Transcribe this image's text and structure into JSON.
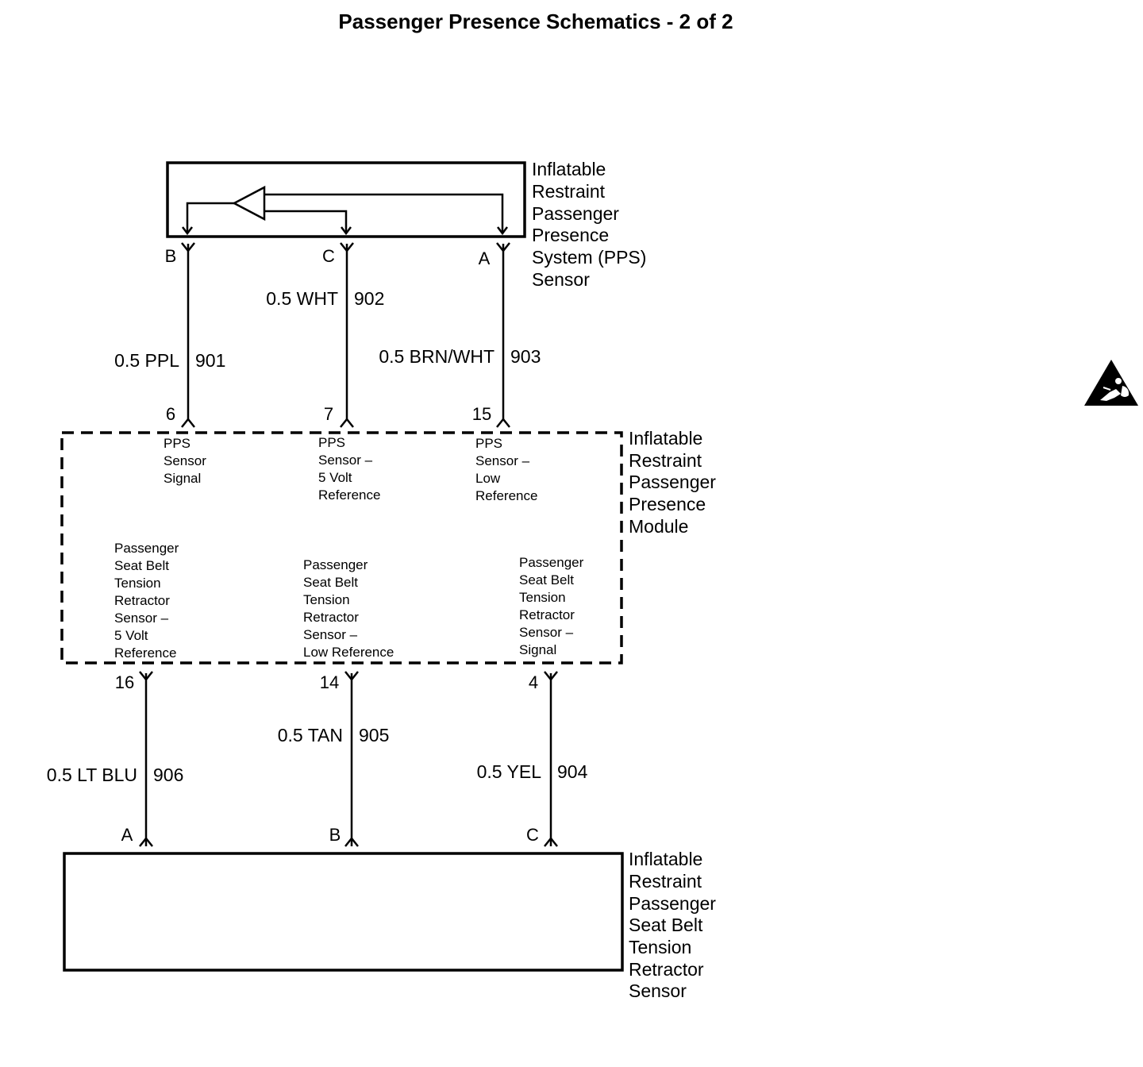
{
  "title": "Passenger Presence Schematics - 2 of 2",
  "components": {
    "pps_sensor": {
      "label_lines": [
        "Inflatable",
        "Restraint",
        "Passenger",
        "Presence",
        "System (PPS)",
        "Sensor"
      ]
    },
    "pps_module": {
      "label_lines": [
        "Inflatable",
        "Restraint",
        "Passenger",
        "Presence",
        "Module"
      ]
    },
    "seat_belt_sensor": {
      "label_lines": [
        "Inflatable",
        "Restraint",
        "Passenger",
        "Seat Belt",
        "Tension",
        "Retractor",
        "Sensor"
      ]
    }
  },
  "upper_circuits": [
    {
      "sensor_pin": "B",
      "module_pin": "6",
      "wire_size_color": "0.5 PPL",
      "circuit": "901",
      "function_lines": [
        "PPS",
        "Sensor",
        "Signal"
      ]
    },
    {
      "sensor_pin": "C",
      "module_pin": "7",
      "wire_size_color": "0.5 WHT",
      "circuit": "902",
      "function_lines": [
        "PPS",
        "Sensor –",
        "5 Volt",
        "Reference"
      ]
    },
    {
      "sensor_pin": "A",
      "module_pin": "15",
      "wire_size_color": "0.5 BRN/WHT",
      "circuit": "903",
      "function_lines": [
        "PPS",
        "Sensor –",
        "Low",
        "Reference"
      ]
    }
  ],
  "lower_circuits": [
    {
      "module_pin": "16",
      "sensor_pin": "A",
      "wire_size_color": "0.5 LT BLU",
      "circuit": "906",
      "function_lines": [
        "Passenger",
        "Seat Belt",
        "Tension",
        "Retractor",
        "Sensor –",
        "5 Volt",
        "Reference"
      ]
    },
    {
      "module_pin": "14",
      "sensor_pin": "B",
      "wire_size_color": "0.5 TAN",
      "circuit": "905",
      "function_lines": [
        "Passenger",
        "Seat Belt",
        "Tension",
        "Retractor",
        "Sensor –",
        "Low Reference"
      ]
    },
    {
      "module_pin": "4",
      "sensor_pin": "C",
      "wire_size_color": "0.5 YEL",
      "circuit": "904",
      "function_lines": [
        "Passenger",
        "Seat Belt",
        "Tension",
        "Retractor",
        "Sensor –",
        "Signal"
      ]
    }
  ],
  "icons": {
    "airbag_warning": "airbag-warning-icon"
  }
}
